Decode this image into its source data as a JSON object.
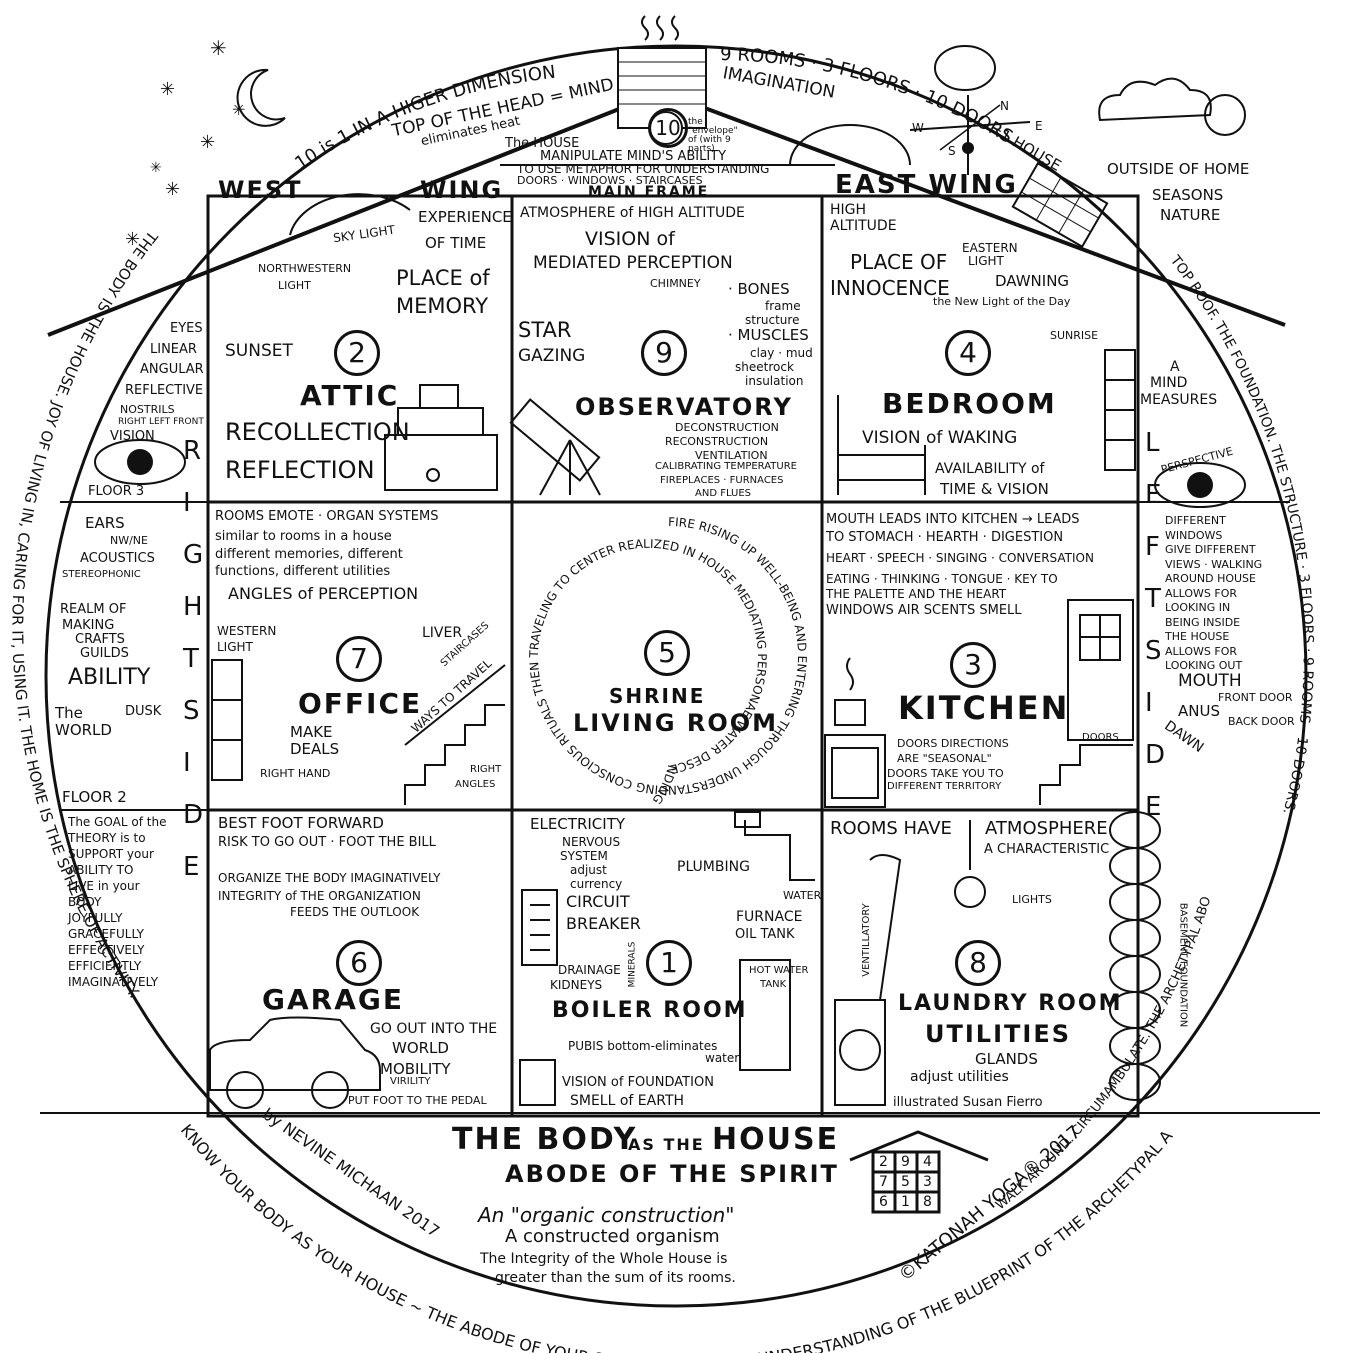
{
  "ring_text": {
    "top_left": "10 is 1 IN A HIGER DIMENSION",
    "top_right": "9 ROOMS · 3 FLOORS · 10 DOORS",
    "left_side": "THE BODY IS THE HOUSE. JOY OF LIVING IN, CARING FOR IT, USING IT. THE HOME IS THE SPHERE OF ACTIVITY.",
    "right_side": "TOP ROOF. THE FOUNDATION. THE STRUCTURE · 3 FLOORS · 9 ROOMS · 10 DOORS.",
    "bottom_right": "WALK AROUND. CIRCUMAMBULATE. THE ARCHETYPAL ABODE.",
    "bottom": "KNOW YOUR BODY AS YOUR HOUSE ~ THE ABODE OF YOUR SPIRIT. DEVELOP AN UNDERSTANDING OF THE BLUEPRINT OF THE ARCHETYPAL ABODE."
  },
  "roof": {
    "top_of_head": "TOP OF THE HEAD = MIND",
    "eliminates_heat": "eliminates heat",
    "imagination": "IMAGINATION",
    "one_house": "=1 HOUSE",
    "house_label": "The HOUSE",
    "envelope": "the \"envelope\" of (with 9 parts)",
    "ten": "10",
    "manipulate": "MANIPULATE MIND'S ABILITY",
    "metaphor": "TO USE METAPHOR FOR UNDERSTANDING",
    "doors": "DOORS · WINDOWS · STAIRCASES",
    "main_frame": "MAIN FRAME",
    "west_wing": "WEST",
    "wing": "WING",
    "east_wing": "EAST WING",
    "skylight": "SKY LIGHT",
    "outside": "OUTSIDE OF HOME",
    "seasons": "SEASONS",
    "nature": "NATURE",
    "compass": {
      "n": "N",
      "e": "E",
      "s": "S",
      "w": "W"
    }
  },
  "left_margin": {
    "eyes": "EYES",
    "linear": "LINEAR",
    "angular": "ANGULAR",
    "reflective": "REFLECTIVE",
    "nostrils": "NOSTRILS",
    "right_left_front": "RIGHT LEFT FRONT",
    "vision": "VISION",
    "floor3": "FLOOR 3",
    "ears": "EARS",
    "nw_ne": "NW/NE",
    "acoustics": "ACOUSTICS",
    "stereophonic": "STEREOPHONIC",
    "realm": "REALM OF",
    "making": "MAKING",
    "crafts": "CRAFTS",
    "guilds": "GUILDS",
    "ability": "ABILITY",
    "the": "The",
    "world": "WORLD",
    "dusk": "DUSK",
    "floor2": "FLOOR 2",
    "right_letters": [
      "R",
      "I",
      "G",
      "H",
      "T",
      "S",
      "I",
      "D",
      "E"
    ],
    "theory_lines": [
      "The GOAL of the",
      "THEORY is to",
      "SUPPORT your",
      "ABILITY TO",
      "LIVE in your",
      "BODY",
      "JOYFULLY",
      "GRACEFULLY",
      "EFFECTIVELY",
      "EFFICIENTLY",
      "IMAGINATIVELY"
    ]
  },
  "right_margin": {
    "a_mind": "A",
    "mind": "MIND",
    "measures": "MEASURES",
    "perspective": "PERSPECTIVE",
    "windows_lines": [
      "DIFFERENT",
      "WINDOWS",
      "GIVE DIFFERENT",
      "VIEWS · WALKING",
      "AROUND HOUSE",
      "ALLOWS FOR",
      "LOOKING IN",
      "BEING INSIDE",
      "THE HOUSE",
      "ALLOWS FOR",
      "LOOKING OUT"
    ],
    "mouth": "MOUTH",
    "front_door": "FRONT DOOR",
    "anus": "ANUS",
    "back_door": "BACK DOOR",
    "dawn": "DAWN",
    "left_letters": [
      "L",
      "E",
      "F",
      "T",
      "S",
      "I",
      "D",
      "E"
    ],
    "basement": "BASEMENT FOUNDATION"
  },
  "rooms": {
    "r2": {
      "num": "2",
      "name": "ATTIC",
      "experience": "EXPERIENCE",
      "of_time": "OF TIME",
      "northwestern": "NORTHWESTERN",
      "light": "LIGHT",
      "place_of": "PLACE of",
      "memory": "MEMORY",
      "sunset": "SUNSET",
      "recollection": "RECOLLECTION",
      "reflection": "REFLECTION"
    },
    "r9": {
      "num": "9",
      "name": "OBSERVATORY",
      "atmosphere": "ATMOSPHERE of HIGH ALTITUDE",
      "vision": "VISION of",
      "mediated": "MEDIATED PERCEPTION",
      "chimney": "CHIMNEY",
      "bones": "· BONES",
      "frame": "frame",
      "structure": "structure",
      "muscles": "· MUSCLES",
      "clay": "clay · mud",
      "sheetrock": "sheetrock",
      "insulation": "insulation",
      "star": "STAR",
      "gazing": "GAZING",
      "decon": "DECONSTRUCTION",
      "recon": "RECONSTRUCTION",
      "vent": "VENTILATION",
      "calibrating": "CALIBRATING TEMPERATURE",
      "fireplaces": "FIREPLACES · FURNACES",
      "flues": "AND FLUES"
    },
    "r4": {
      "num": "4",
      "name": "BEDROOM",
      "high": "HIGH",
      "altitude": "ALTITUDE",
      "place_of": "PLACE OF",
      "innocence": "INNOCENCE",
      "eastern": "EASTERN",
      "light": "LIGHT",
      "dawning": "DAWNING",
      "new_light": "the New Light of the Day",
      "sunrise": "SUNRISE",
      "vision_waking": "VISION of WAKING",
      "availability": "AVAILABILITY of",
      "time_vision": "TIME & VISION"
    },
    "r7": {
      "num": "7",
      "name": "OFFICE",
      "l1": "ROOMS EMOTE · ORGAN SYSTEMS",
      "l2": "similar to rooms in a house",
      "l3": "different memories, different",
      "l4": "functions, different utilities",
      "angles": "ANGLES of PERCEPTION",
      "western": "WESTERN",
      "light": "LIGHT",
      "liver": "LIVER",
      "make": "MAKE",
      "deals": "DEALS",
      "right_hand": "RIGHT HAND",
      "staircases": "STAIRCASES",
      "ways": "WAYS TO TRAVEL",
      "right": "RIGHT",
      "angles_small": "ANGLES"
    },
    "r5": {
      "num": "5",
      "name1": "SHRINE",
      "name2": "LIVING ROOM",
      "spiral": "FIRE RISING UP WELL-BEING AND ENTERING THROUGH UNDERSTANDING CONSCIOUS RITUALS THEN TRAVELING TO CENTER REALIZED IN HOUSE MEDIATING PERSONAE WATER DESCENDING VIBRATION OF WELL BEING"
    },
    "r3": {
      "num": "3",
      "name": "KITCHEN",
      "l1": "MOUTH LEADS INTO KITCHEN → LEADS",
      "l2": "TO STOMACH · HEARTH · DIGESTION",
      "l3": "HEART · SPEECH · SINGING · CONVERSATION",
      "l4": "EATING · THINKING · TONGUE · KEY TO",
      "l5": "THE PALETTE AND THE HEART",
      "l6": "WINDOWS AIR SCENTS SMELL",
      "doors": "DOORS",
      "d1": "DOORS DIRECTIONS",
      "d2": "ARE \"SEASONAL\"",
      "d3": "DOORS TAKE YOU TO",
      "d4": "DIFFERENT TERRITORY"
    },
    "r6": {
      "num": "6",
      "name": "GARAGE",
      "best": "BEST FOOT FORWARD",
      "risk": "RISK TO GO OUT · FOOT THE BILL",
      "org1": "ORGANIZE THE BODY IMAGINATIVELY",
      "org2": "INTEGRITY of THE ORGANIZATION",
      "org3": "FEEDS THE OUTLOOK",
      "go_out": "GO OUT INTO THE",
      "world": "WORLD",
      "mobility": "MOBILITY",
      "virility": "VIRILITY",
      "put_foot": "PUT FOOT TO THE PEDAL"
    },
    "r1": {
      "num": "1",
      "name": "BOILER ROOM",
      "electricity": "ELECTRICITY",
      "nervous": "NERVOUS",
      "system": "SYSTEM",
      "adjust": "adjust",
      "currency": "currency",
      "plumbing": "PLUMBING",
      "water": "WATER",
      "circuit": "CIRCUIT",
      "breaker": "BREAKER",
      "furnace": "FURNACE",
      "oil_tank": "OIL TANK",
      "minerals": "MINERALS",
      "drainage": "DRAINAGE",
      "kidneys": "KIDNEYS",
      "hot_water": "HOT WATER",
      "tank": "TANK",
      "pubis": "PUBIS bottom-eliminates",
      "water2": "water",
      "vision_found": "VISION of FOUNDATION",
      "smell": "SMELL of EARTH"
    },
    "r8": {
      "num": "8",
      "name1": "LAUNDRY ROOM",
      "name2": "UTILITIES",
      "rooms_have": "ROOMS HAVE",
      "atmosphere": "ATMOSPHERE",
      "characteristic": "A CHARACTERISTIC",
      "ventillatory": "VENTILLATORY",
      "lights": "LIGHTS",
      "glands": "GLANDS",
      "adjust": "adjust utilities",
      "illustrated": "illustrated Susan Fierro"
    }
  },
  "footer": {
    "title1": "THE BODY",
    "as_the": "AS THE",
    "house": "HOUSE",
    "abode": "ABODE OF THE SPIRIT",
    "organic": "An \"organic construction\"",
    "constructed": "A constructed organism",
    "integrity1": "The Integrity of the Whole House is",
    "integrity2": "greater than the sum of its rooms.",
    "by": "by NEVINE MICHAAN 2017",
    "katonah": "©KATONAH YOGA® 2017",
    "grid": [
      "2",
      "9",
      "4",
      "7",
      "5",
      "3",
      "6",
      "1",
      "8"
    ]
  }
}
